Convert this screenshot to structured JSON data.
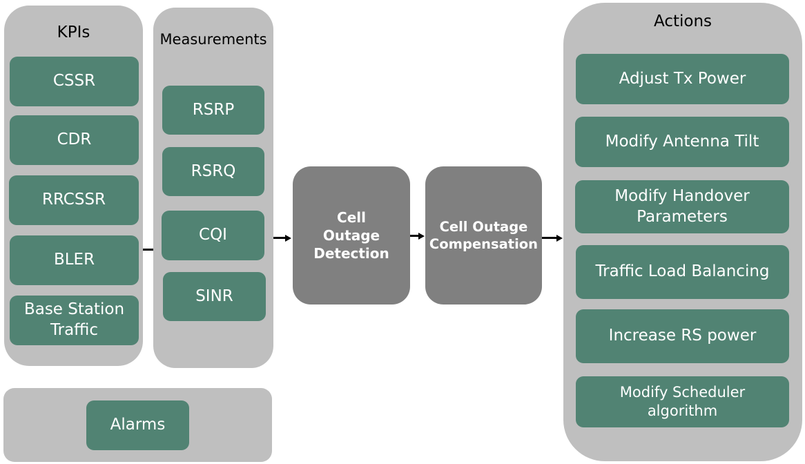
{
  "kpis": {
    "title": "KPIs",
    "items": [
      "CSSR",
      "CDR",
      "RRCSSR",
      "BLER",
      "Base Station Traffic"
    ]
  },
  "measurements": {
    "title": "Measurements",
    "items": [
      "RSRP",
      "RSRQ",
      "CQI",
      "SINR"
    ]
  },
  "alarms": {
    "items": [
      "Alarms"
    ]
  },
  "process": {
    "detection": "Cell Outage Detection",
    "compensation": "Cell Outage Compensation"
  },
  "actions": {
    "title": "Actions",
    "items": [
      "Adjust Tx Power",
      "Modify Antenna Tilt",
      "Modify Handover Parameters",
      "Traffic Load Balancing",
      "Increase RS power",
      "Modify Scheduler algorithm"
    ]
  },
  "colors": {
    "panel": "#bfbfbf",
    "item": "#518373",
    "process": "#808080"
  }
}
